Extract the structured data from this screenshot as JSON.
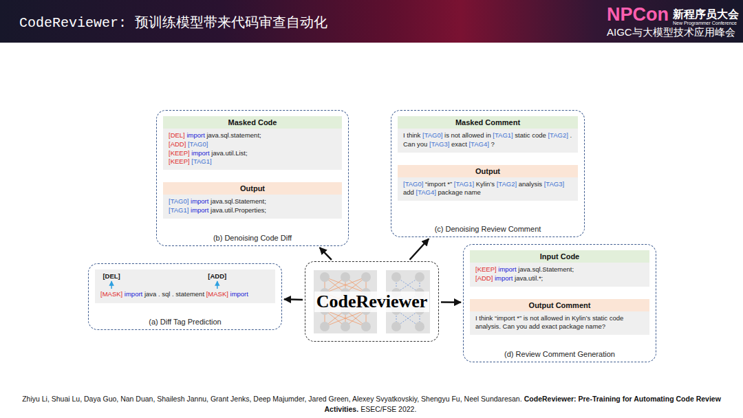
{
  "diagram": {
    "title": "CodeReviewer: 预训练模型带来代码审查自动化",
    "nodes": [
      {
        "text": [
          "(b) Denoising Code Diff"
        ]
      },
      {
        "text": [
          "Masked Code",
          "[DEL] import java.sql.statement;",
          "[ADD] [TAG0]",
          "[KEEP] import java.util.List;",
          "[KEEP] [TAG1]"
        ],
        "in": 0
      },
      {
        "text": [
          "Output",
          "[TAG0] import java.sql.Statement;",
          "[TAG1] import java.util.Properties;"
        ],
        "in": 0
      },
      {
        "text": [
          "(c) Denoising Review Comment"
        ]
      },
      {
        "text": [
          "Masked Comment",
          "I think [TAG0] is not allowed in [TAG1] static code [TAG2] . Can you [TAG3] exact [TAG4] ?"
        ],
        "in": 3
      },
      {
        "text": [
          "Output",
          "[TAG0] “import *” [TAG1] Kylin’s [TAG2] analysis [TAG3] add [TAG4] package name"
        ],
        "in": 3
      },
      {
        "text": [
          "(a) Diff Tag Prediction"
        ]
      },
      {
        "text": [
          "[DEL]",
          "[ADD]",
          "[MASK] import java . sql . statement [MASK] import"
        ],
        "in": 6
      },
      {
        "text": [
          "CodeReviewer"
        ]
      },
      {
        "text": [
          "(d) Review Comment Generation"
        ]
      },
      {
        "text": [
          "Input Code",
          "[KEEP] import java.sql.Statement;",
          "[ADD] import java.util.*;"
        ],
        "in": 9
      },
      {
        "text": [
          "Output Comment",
          "I think “import *” is not allowed in Kylin’s static code analysis. Can you add exact package name?"
        ],
        "in": 9
      }
    ],
    "edges": [
      {
        "from": 8,
        "to": 0,
        "arrow": "to"
      },
      {
        "from": 8,
        "to": 3,
        "arrow": "to"
      },
      {
        "from": 8,
        "to": 6,
        "arrow": "to"
      },
      {
        "from": 8,
        "to": 9,
        "arrow": "to"
      },
      {
        "from": 1,
        "to": 2,
        "arrow": "to"
      },
      {
        "from": 4,
        "to": 5,
        "arrow": "to"
      },
      {
        "from": 10,
        "to": 11,
        "arrow": "to"
      }
    ],
    "labels": [
      "NPCon",
      "新程序员大会",
      "New Programmer Conference",
      "AIGC与大模型技术应用峰会",
      "Zhiyu Li, Shuai Lu, Daya Guo, Nan Duan, Shailesh Jannu, Grant Jenks, Deep Majumder, Jared Green, Alexey Svyatkovskiy, Shengyu Fu, Neel Sundaresan.",
      "CodeReviewer: Pre-Training for Automating Code Review Activities.",
      "ESEC/FSE 2022."
    ]
  }
}
